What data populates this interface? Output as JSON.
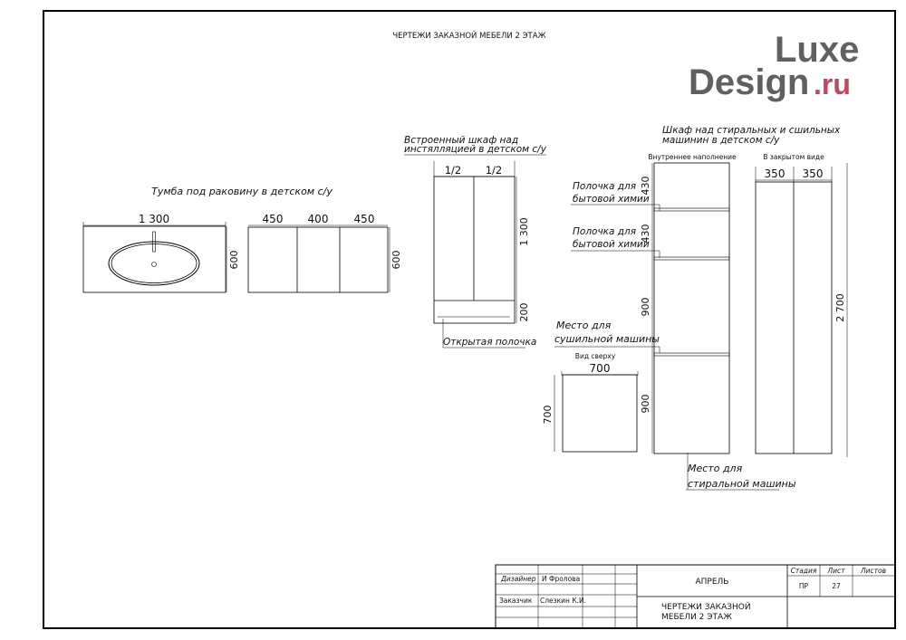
{
  "sheet_title": "ЧЕРТЕЖИ ЗАКАЗНОЙ МЕБЕЛИ 2 ЭТАЖ",
  "watermark": {
    "line1": "Luxe",
    "line2": "Design",
    "suffix": ".ru",
    "gray": "#5f6062",
    "red": "#c5455a"
  },
  "vanity": {
    "title": "Тумба под раковину в детском с/у",
    "top_width": "1 300",
    "top_depth": "600",
    "front_widths": [
      "450",
      "400",
      "450"
    ],
    "front_height": "600"
  },
  "built_in_cabinet": {
    "title_line1": "Встроенный шкаф над",
    "title_line2": "инстялляцией в детском с/у",
    "door_fractions": [
      "1/2",
      "1/2"
    ],
    "upper_height": "1 300",
    "shelf_height": "200",
    "open_shelf_label": "Открытая полочка"
  },
  "laundry_cabinet": {
    "title_line1": "Шкаф над стиральных и сшильных",
    "title_line2": "машинин в детском с/у",
    "inner_view_label": "Внутреннее наполнение",
    "closed_view_label": "В закрытом виде",
    "section_heights": [
      "430",
      "430",
      "900",
      "900"
    ],
    "shelf_label_line1": "Полочка для",
    "shelf_label_line2": "бытовой химии",
    "dryer_label_line1": "Место для",
    "dryer_label_line2": "сушильной машины",
    "washer_label_line1": "Место для",
    "washer_label_line2": "стиральной машины",
    "door_widths": [
      "350",
      "350"
    ],
    "total_height": "2 700",
    "top_view_label": "Вид сверху",
    "top_view_width": "700",
    "top_view_depth": "700"
  },
  "title_block": {
    "designer_label": "Дизайнер",
    "designer_name": "И Фролова",
    "customer_label": "Заказчик",
    "customer_name": "Слезкин К.И.",
    "month": "АПРЕЛЬ",
    "stage_header": "Стадия",
    "sheet_header": "Лист",
    "sheets_header": "Листов",
    "stage_value": "ПР",
    "sheet_value": "27",
    "drawing_title_line1": "ЧЕРТЕЖИ ЗАКАЗНОЙ",
    "drawing_title_line2": "МЕБЕЛИ 2 ЭТАЖ"
  }
}
